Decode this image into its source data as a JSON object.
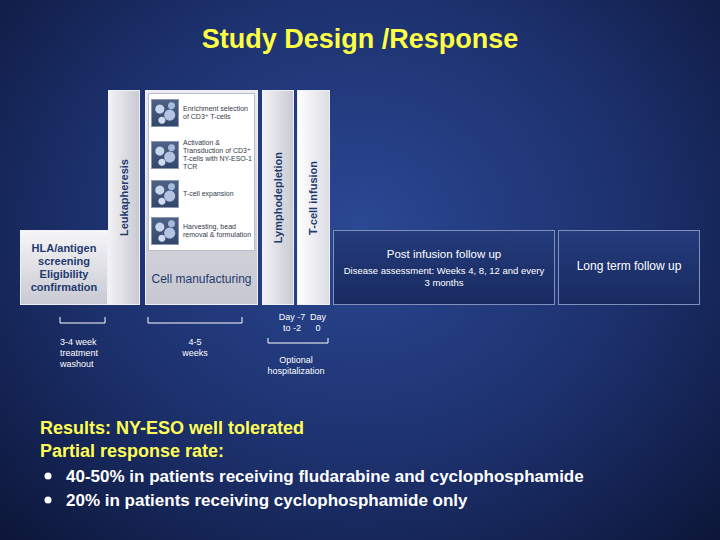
{
  "diagram": {
    "title": "Study Design /Response",
    "nodes": [
      {
        "text": [
          "HLA/antigen screening Eligibility confirmation"
        ]
      },
      {
        "text": [
          "Leukapheresis"
        ]
      },
      {
        "text": [
          "Cell manufacturing"
        ]
      },
      {
        "text": [
          "Enrichment selection of CD3⁺ T-cells"
        ],
        "in": 2
      },
      {
        "text": [
          "Activation & Transduction of CD3⁺ T-cells with NY-ESO-1 TCR"
        ],
        "in": 2
      },
      {
        "text": [
          "T-cell expansion"
        ],
        "in": 2
      },
      {
        "text": [
          "Harvesting, bead removal & formulation"
        ],
        "in": 2
      },
      {
        "text": [
          "Lymphodepletion"
        ]
      },
      {
        "text": [
          "T-cell infusion"
        ]
      },
      {
        "text": [
          "Post infusion follow up",
          "Disease assessment: Weeks 4, 8, 12 and every 3 months"
        ]
      },
      {
        "text": [
          "Long term follow up"
        ]
      }
    ],
    "labels": [
      "3-4 week treatment washout",
      "4-5 weeks",
      "Day -7 to -2",
      "Day 0",
      "Optional hospitalization",
      "Results: NY-ESO well tolerated",
      "Partial response rate:",
      "40-50% in patients receiving fludarabine and cyclophosphamide",
      "20% in patients receiving cyclophosphamide only"
    ]
  }
}
